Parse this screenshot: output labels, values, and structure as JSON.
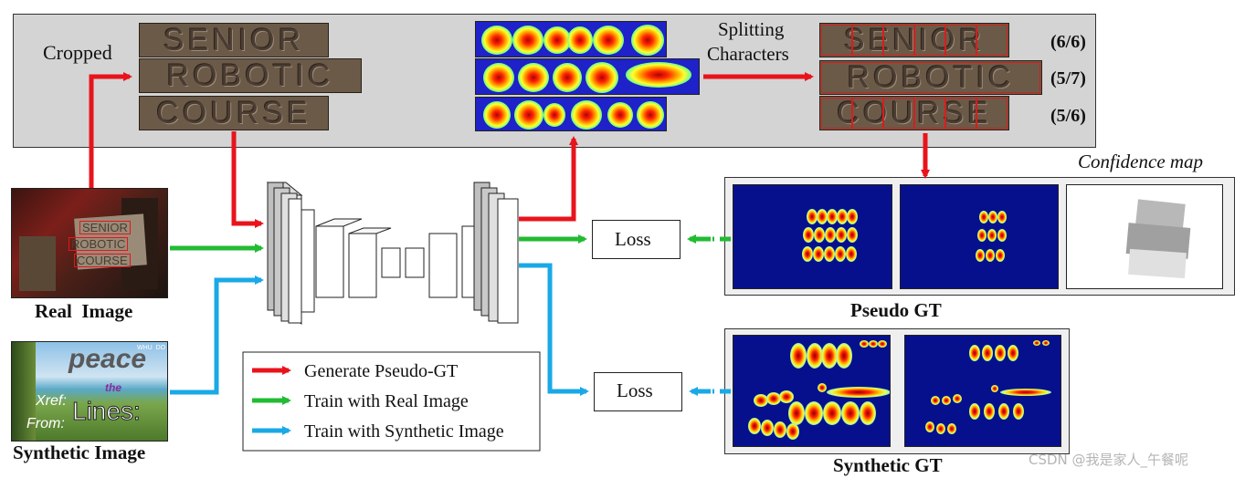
{
  "labels": {
    "cropped": "Cropped",
    "splitting_line1": "Splitting",
    "splitting_line2": "Characters",
    "ratio_1": "(6/6)",
    "ratio_2": "(5/7)",
    "ratio_3": "(5/6)",
    "confidence_map": "Confidence map",
    "loss_top": "Loss",
    "loss_bottom": "Loss",
    "real_image": "Real  Image",
    "synthetic_image": "Synthetic Image",
    "pseudo_gt": "Pseudo GT",
    "synthetic_gt": "Synthetic GT"
  },
  "crop_words": [
    "SENIOR",
    "ROBOTIC",
    "COURSE"
  ],
  "real_image_words": [
    "SENIOR",
    "ROBOTIC",
    "COURSE"
  ],
  "synthetic_image_words": {
    "peace": "peace",
    "the": "the",
    "xref": "Xref:",
    "lines": "Lines:",
    "from": "From:",
    "corner": "WHU  DO"
  },
  "legend": [
    {
      "label": "Generate Pseudo-GT",
      "color": "#e8141c"
    },
    {
      "label": "Train with Real Image",
      "color": "#22bb33"
    },
    {
      "label": "Train with Synthetic Image",
      "color": "#19a9e6"
    }
  ],
  "colors": {
    "red": "#e8141c",
    "green": "#22bb33",
    "blue": "#19a9e6",
    "panel_bg": "#d4d4d4"
  },
  "watermark": "CSDN @我是家人_午餐呢"
}
